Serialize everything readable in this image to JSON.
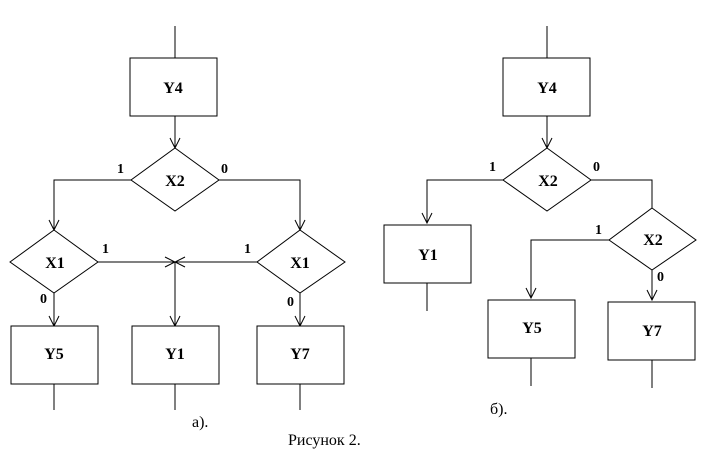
{
  "diagram_a": {
    "caption": "а).",
    "nodes": {
      "y4": "Y4",
      "x2": "X2",
      "x1_left": "X1",
      "x1_right": "X1",
      "y5": "Y5",
      "y1": "Y1",
      "y7": "Y7"
    },
    "edges": {
      "x2_left": "1",
      "x2_right": "0",
      "x1_left_right": "1",
      "x1_left_down": "0",
      "x1_right_left": "1",
      "x1_right_down": "0"
    }
  },
  "diagram_b": {
    "caption": "б).",
    "nodes": {
      "y4": "Y4",
      "x2_top": "X2",
      "y1": "Y1",
      "x2_second": "X2",
      "y5": "Y5",
      "y7": "Y7"
    },
    "edges": {
      "x2_top_left": "1",
      "x2_top_right": "0",
      "x2_second_left": "1",
      "x2_second_down": "0"
    }
  },
  "figure_caption": "Рисунок 2."
}
